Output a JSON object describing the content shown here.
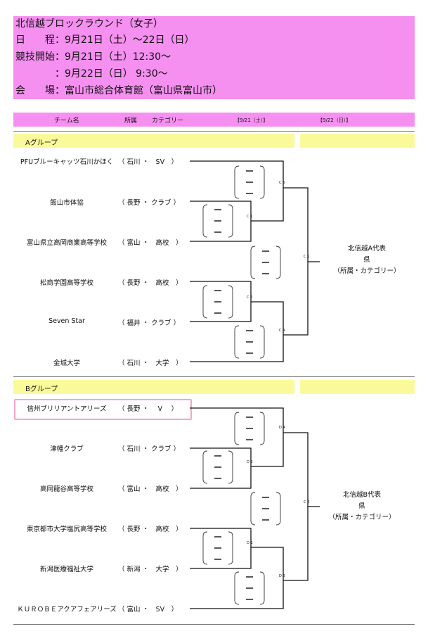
{
  "header": {
    "title": "北信越ブロックラウンド（女子）",
    "schedule": "日　　程：9月21日（土）～22日（日）",
    "start1": "競技開始：9月21日（土）12:30～",
    "start2": "　　　　：9月22日（日）  9:30～",
    "venue": "会　　場：富山市総合体育館（富山県富山市）"
  },
  "columns": {
    "team": "チーム名",
    "affiliation": "所属",
    "category": "カテゴリー",
    "day1": "【9/21（土）】",
    "day2": "【9/22（日）】"
  },
  "groupA": {
    "label": "Aグループ",
    "teams": [
      {
        "name": "PFUブルーキャッツ石川かほく",
        "meta": "（ 石川 ・　SV　）"
      },
      {
        "name": "飯山市体協",
        "meta": "（ 長野 ・ クラブ ）"
      },
      {
        "name": "富山県立高岡商業高等学校",
        "meta": "（ 富山 ・　高校　）"
      },
      {
        "name": "松商学園高等学校",
        "meta": "（ 長野 ・　高校　）"
      },
      {
        "name": "Seven Star",
        "meta": "（ 福井 ・ クラブ ）"
      },
      {
        "name": "金城大学",
        "meta": "（ 石川 ・　大学　）"
      }
    ],
    "winner": [
      "北信越A代表",
      "県",
      "（所属・カテゴリー）"
    ]
  },
  "groupB": {
    "label": "Bグループ",
    "teams": [
      {
        "name": "信州ブリリアントアリーズ",
        "meta": "（ 長野 ・　 V　 ）"
      },
      {
        "name": "津幡クラブ",
        "meta": "（ 石川 ・ クラブ ）"
      },
      {
        "name": "高岡龍谷高等学校",
        "meta": "（ 富山 ・　高校　）"
      },
      {
        "name": "東京都市大学塩尻高等学校",
        "meta": "（ 長野 ・　高校　）"
      },
      {
        "name": "新潟医療福祉大学",
        "meta": "（ 新潟 ・　大学　）"
      },
      {
        "name": "ＫＵＲＯＢＥアクアフェアリーズ",
        "meta": "（ 富山 ・　SV　）"
      }
    ],
    "winner": [
      "北信越B代表",
      "県",
      "（所属・カテゴリー）"
    ]
  },
  "court_labels": {
    "a_c3": "C 3",
    "a_c1": "C 1",
    "a_c2": "C 2",
    "a_c4": "C 4",
    "a_final": "C 1",
    "b_d4": "D 4",
    "b_d2": "D 2",
    "b_d1": "D 1",
    "b_d3": "D 3",
    "b_final": "C 2"
  }
}
